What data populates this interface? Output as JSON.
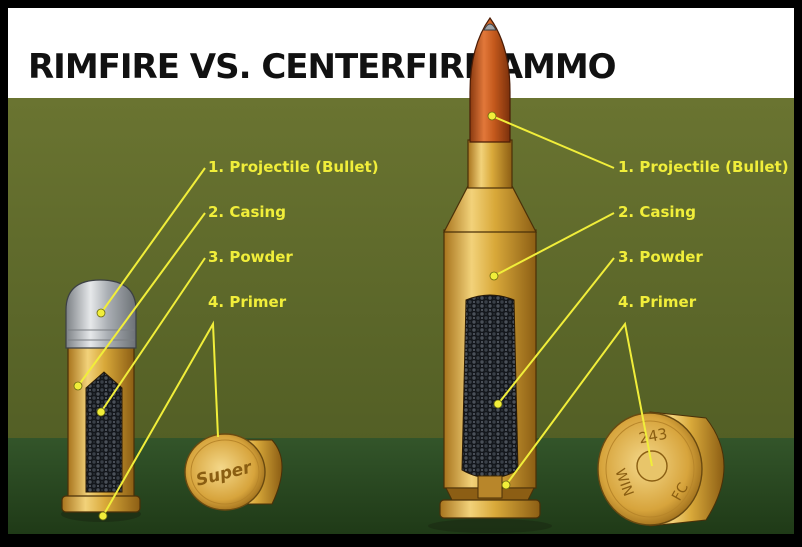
{
  "title": "RIMFIRE VS. CENTERFIRE AMMO",
  "colors": {
    "background": "#5e6a2a",
    "floor": "#2b4a1f",
    "label": "#f1ee3a",
    "brass": "#d9a93a",
    "copper": "#c4591c",
    "lead": "#9ea3a8"
  },
  "rimfire": {
    "labels": [
      "1. Projectile (Bullet)",
      "2. Casing",
      "3. Powder",
      "4. Primer"
    ],
    "headstamp": "Super"
  },
  "centerfire": {
    "labels": [
      "1. Projectile (Bullet)",
      "2. Casing",
      "3. Powder",
      "4. Primer"
    ],
    "headstamp_top": "243",
    "headstamp_left": "WIN",
    "headstamp_right": "FC"
  }
}
